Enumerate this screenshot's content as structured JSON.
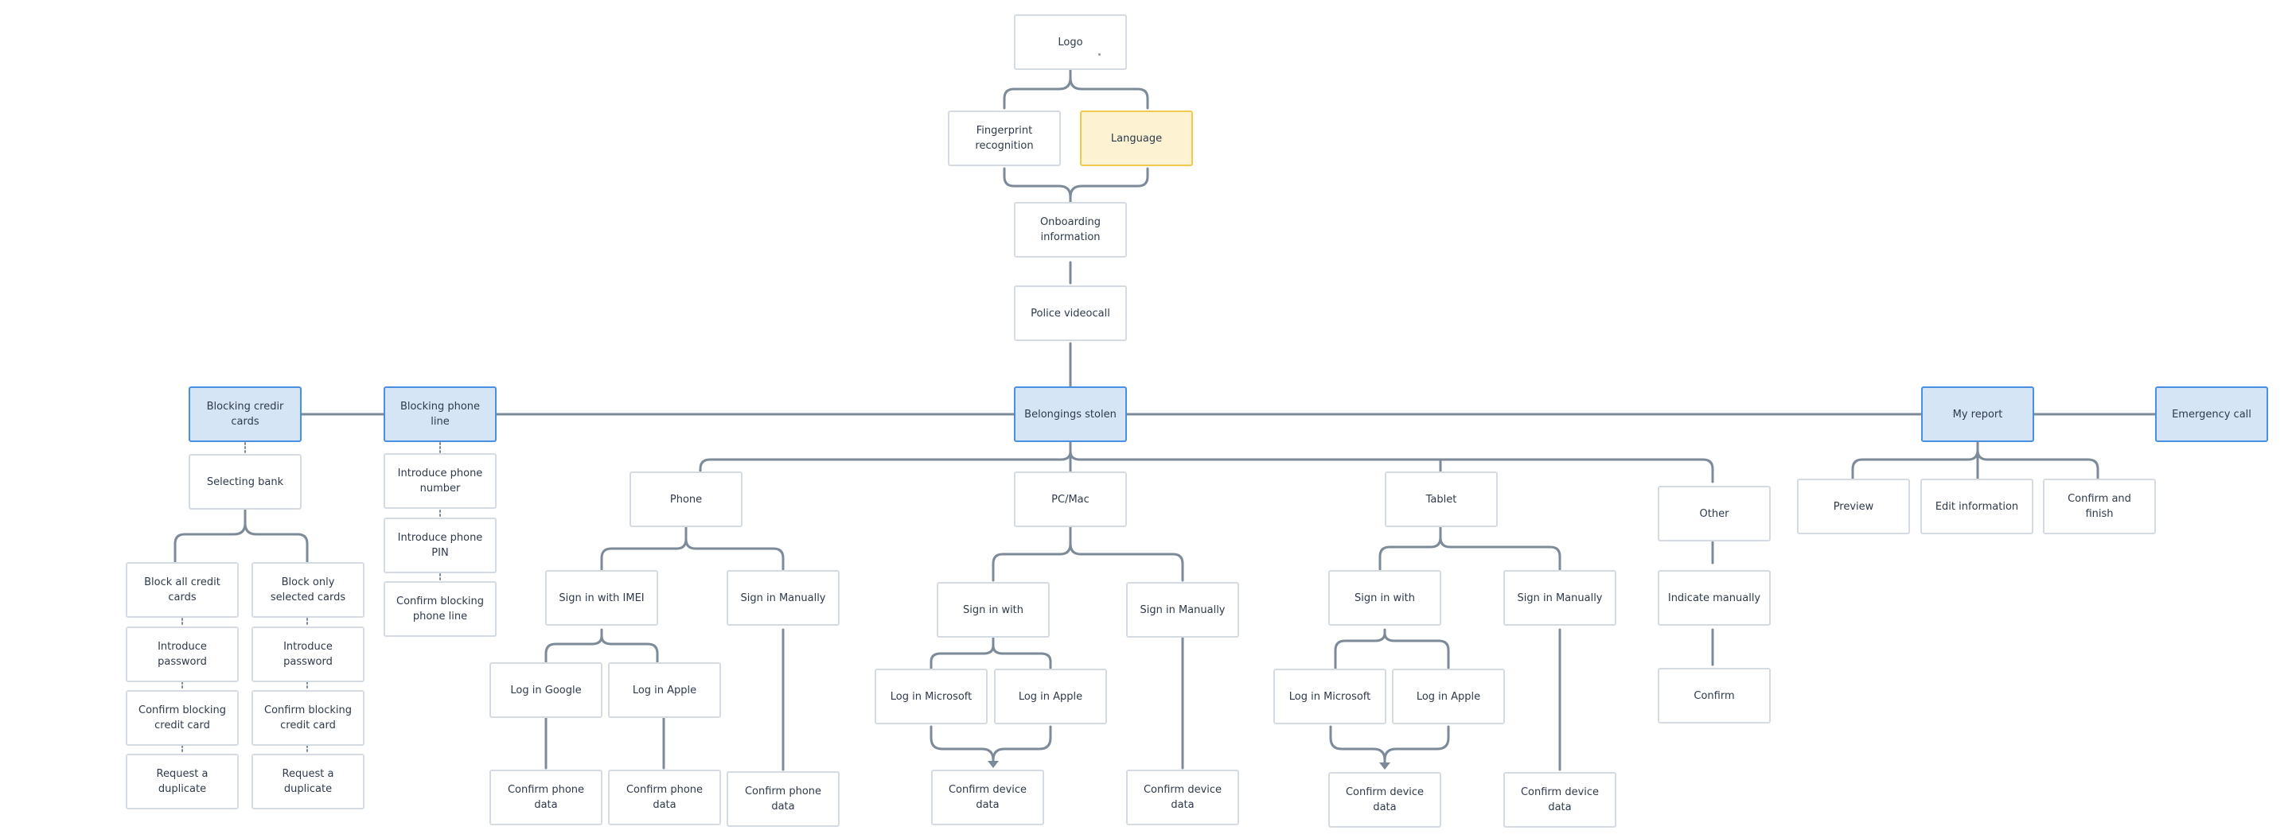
{
  "diagram": {
    "colors": {
      "connector": "#7d8a99",
      "node_border": "#d5dbe3",
      "highlight_fill": "#d6e5f6",
      "highlight_border": "#4a90e2",
      "warn_fill": "#fdf2d2",
      "warn_border": "#f2c94c",
      "text": "#2e3a4b"
    },
    "nodes": {
      "logo": "Logo",
      "fingerprint": "Fingerprint recognition",
      "language": "Language",
      "onboarding": "Onboarding information",
      "police": "Police videocall",
      "belongings": "Belongings stolen",
      "blocking_cards": "Blocking credir cards",
      "blocking_phone": "Blocking phone line",
      "my_report": "My report",
      "emergency": "Emergency call",
      "selecting_bank": "Selecting bank",
      "block_all": "Block all credit cards",
      "block_selected": "Block only selected cards",
      "intro_password_1": "Introduce password",
      "intro_password_2": "Introduce password",
      "confirm_block_card_1": "Confirm blocking credit card",
      "confirm_block_card_2": "Confirm blocking credit card",
      "request_dup_1": "Request a duplicate",
      "request_dup_2": "Request a duplicate",
      "intro_phone_number": "Introduce phone number",
      "intro_phone_pin": "Introduce phone PIN",
      "confirm_block_phone": "Confirm blocking phone line",
      "phone": "Phone",
      "pcmac": "PC/Mac",
      "tablet": "Tablet",
      "other": "Other",
      "phone_imei": "Sign in with IMEI",
      "phone_manual": "Sign in Manually",
      "phone_google": "Log in Google",
      "phone_apple": "Log in Apple",
      "phone_confirm_1": "Confirm phone data",
      "phone_confirm_2": "Confirm phone data",
      "phone_confirm_3": "Confirm phone data",
      "pc_signin": "Sign in with",
      "pc_manual": "Sign in Manually",
      "pc_microsoft": "Log in Microsoft",
      "pc_apple": "Log in Apple",
      "pc_confirm_1": "Confirm device data",
      "pc_confirm_2": "Confirm device data",
      "tab_signin": "Sign in with",
      "tab_manual": "Sign in Manually",
      "tab_microsoft": "Log in Microsoft",
      "tab_apple": "Log in Apple",
      "tab_confirm_1": "Confirm device data",
      "tab_confirm_2": "Confirm device data",
      "other_manual": "Indicate manually",
      "other_confirm": "Confirm",
      "preview": "Preview",
      "edit_info": "Edit information",
      "confirm_finish": "Confirm and finish"
    }
  }
}
